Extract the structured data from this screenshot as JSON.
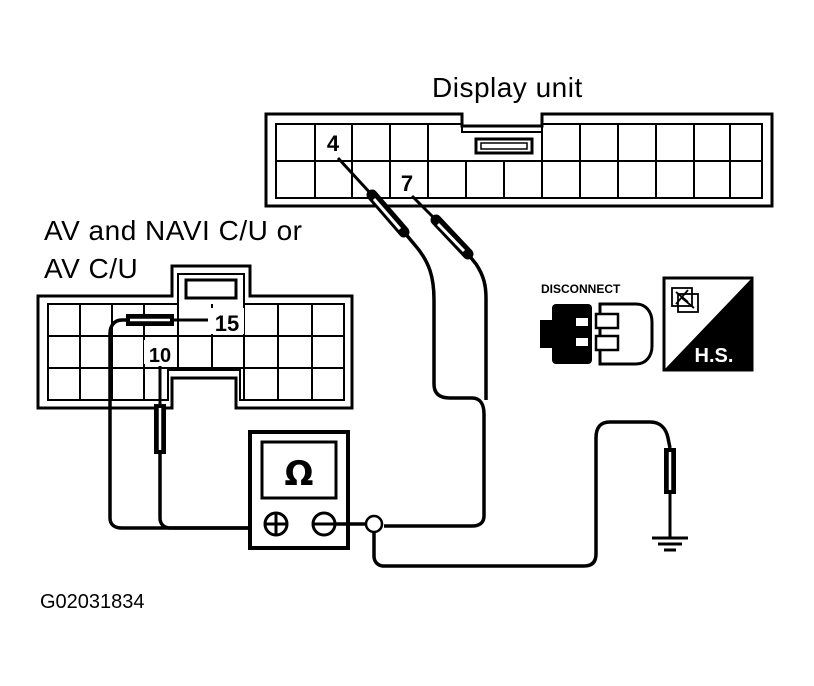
{
  "labels": {
    "display_unit": "Display unit",
    "av_unit_line1": "AV and NAVI C/U or",
    "av_unit_line2": "AV C/U",
    "figure_code": "G02031834"
  },
  "pins": {
    "display_pin_a": "4",
    "display_pin_b": "7",
    "av_pin_a": "15",
    "av_pin_b": "10"
  },
  "meter": {
    "symbol": "Ω",
    "positive": "+",
    "negative": "−"
  },
  "badges": {
    "disconnect": "DISCONNECT",
    "harness_side": "H.S."
  },
  "icons": [
    "ohmmeter-icon",
    "disconnect-connector-icon",
    "harness-side-icon",
    "ground-icon"
  ]
}
